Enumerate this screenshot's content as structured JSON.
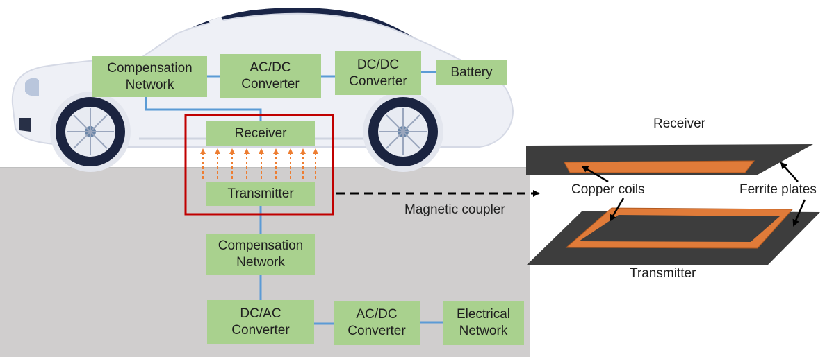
{
  "colors": {
    "box_fill": "#a9d18e",
    "connector": "#5b9bd5",
    "highlight_frame": "#c00000",
    "field_arrows": "#ed7d31",
    "copper": "#e07b39",
    "ferrite": "#3d3d3d",
    "ground": "#d0cece",
    "car_body": "#eef0f6",
    "car_glass": "#1a2547"
  },
  "blocks": {
    "compensation_network_vehicle": "Compensation\nNetwork",
    "acdc_converter_vehicle": "AC/DC\nConverter",
    "dcdc_converter": "DC/DC\nConverter",
    "battery": "Battery",
    "receiver": "Receiver",
    "transmitter": "Transmitter",
    "compensation_network_ground": "Compensation\nNetwork",
    "dcac_converter": "DC/AC\nConverter",
    "acdc_converter_ground": "AC/DC\nConverter",
    "electrical_network": "Electrical\nNetwork"
  },
  "coupler_detail": {
    "receiver_label": "Receiver",
    "transmitter_label": "Transmitter",
    "copper_coils_label": "Copper coils",
    "ferrite_plates_label": "Ferrite plates",
    "magnetic_coupler_label": "Magnetic coupler"
  }
}
